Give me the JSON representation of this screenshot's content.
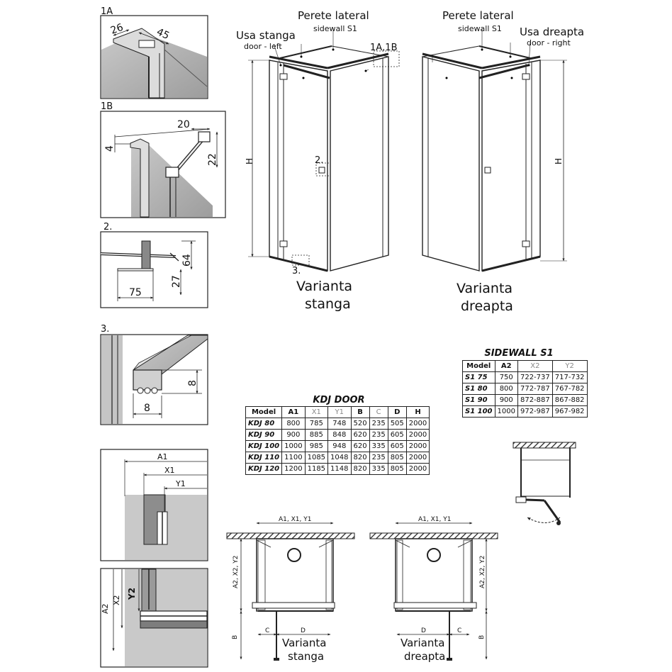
{
  "details": {
    "d1a": {
      "label": "1A",
      "dim1": "26",
      "dim2": "45"
    },
    "d1b": {
      "label": "1B",
      "dim_w": "20",
      "dim_h": "22",
      "dim_v": "4"
    },
    "d2": {
      "label": "2.",
      "dim_a": "64",
      "dim_b": "27",
      "dim_c": "75"
    },
    "d3": {
      "label": "3.",
      "dim_h": "8",
      "dim_w": "8"
    },
    "d4": {
      "a1": "A1",
      "x1": "X1",
      "y1": "Y1"
    },
    "d5": {
      "a2": "A2",
      "x2": "X2",
      "y2": "Y2"
    }
  },
  "left_view": {
    "sidewall_title": "Perete lateral",
    "sidewall_sub": "sidewall S1",
    "door_title": "Usa stanga",
    "door_sub": "door - left",
    "callout_1a1b": "1A,1B",
    "callout_2": "2.",
    "callout_3": "3.",
    "h_label": "H",
    "caption_1": "Varianta",
    "caption_2": "stanga"
  },
  "right_view": {
    "sidewall_title": "Perete lateral",
    "sidewall_sub": "sidewall S1",
    "door_title": "Usa dreapta",
    "door_sub": "door - right",
    "h_label": "H",
    "caption_1": "Varianta",
    "caption_2": "dreapta"
  },
  "sidewall_table": {
    "title": "SIDEWALL S1",
    "headers": [
      "Model",
      "A2",
      "X2",
      "Y2"
    ],
    "rows": [
      [
        "S1 75",
        "750",
        "722-737",
        "717-732"
      ],
      [
        "S1 80",
        "800",
        "772-787",
        "767-782"
      ],
      [
        "S1 90",
        "900",
        "872-887",
        "867-882"
      ],
      [
        "S1 100",
        "1000",
        "972-987",
        "967-982"
      ]
    ]
  },
  "door_table": {
    "title": "KDJ DOOR",
    "headers": [
      "Model",
      "A1",
      "X1",
      "Y1",
      "B",
      "C",
      "D",
      "H"
    ],
    "rows": [
      [
        "KDJ 80",
        "800",
        "785",
        "748",
        "520",
        "235",
        "505",
        "2000"
      ],
      [
        "KDJ 90",
        "900",
        "885",
        "848",
        "620",
        "235",
        "605",
        "2000"
      ],
      [
        "KDJ 100",
        "1000",
        "985",
        "948",
        "620",
        "335",
        "605",
        "2000"
      ],
      [
        "KDJ 110",
        "1100",
        "1085",
        "1048",
        "820",
        "235",
        "805",
        "2000"
      ],
      [
        "KDJ 120",
        "1200",
        "1185",
        "1148",
        "820",
        "335",
        "805",
        "2000"
      ]
    ]
  },
  "plan_left": {
    "top_dim": "A1, X1, Y1",
    "side_dim": "A2, X2, Y2",
    "c": "C",
    "d": "D",
    "b": "B",
    "caption_1": "Varianta",
    "caption_2": "stanga"
  },
  "plan_right": {
    "top_dim": "A1, X1, Y1",
    "side_dim": "A2, X2, Y2",
    "c": "C",
    "d": "D",
    "b": "B",
    "caption_1": "Varianta",
    "caption_2": "dreapta"
  }
}
